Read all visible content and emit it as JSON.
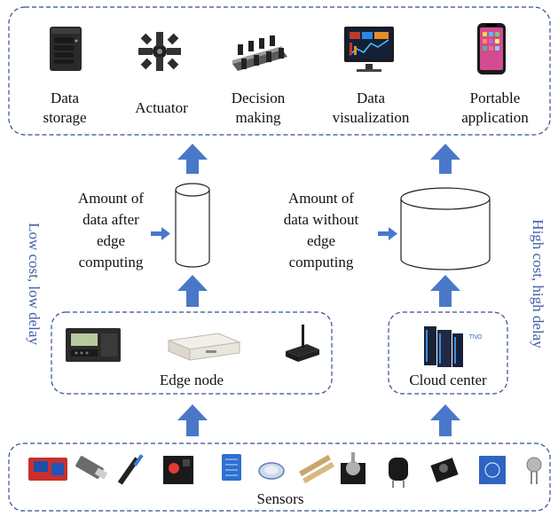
{
  "top_panel": {
    "items": [
      {
        "icon": "server-tower-icon",
        "lines": [
          "Data",
          "storage"
        ]
      },
      {
        "icon": "robotic-actuator-icon",
        "lines": [
          "Actuator"
        ]
      },
      {
        "icon": "meeting-room-icon",
        "lines": [
          "Decision",
          "making"
        ]
      },
      {
        "icon": "monitor-chart-icon",
        "lines": [
          "Data",
          "visualization"
        ]
      },
      {
        "icon": "smartphone-icon",
        "lines": [
          "Portable",
          "application"
        ]
      }
    ]
  },
  "left_flow": {
    "data_text": [
      "Amount of",
      "data after",
      "edge",
      "computing"
    ],
    "side_label": "Low cost, low delay",
    "node_label": "Edge node",
    "node_devices": [
      "edge-controller-icon",
      "gateway-box-icon",
      "wireless-router-icon"
    ]
  },
  "right_flow": {
    "data_text": [
      "Amount of",
      "data without",
      "edge",
      "computing"
    ],
    "side_label": "High cost, high delay",
    "node_label": "Cloud center",
    "server_brand": "TNO"
  },
  "sensors": {
    "label": "Sensors",
    "devices": [
      "relay-module-icon",
      "ultrasonic-probe-icon",
      "ir-sensor-icon",
      "motor-driver-icon",
      "dht-sensor-icon",
      "touch-disc-icon",
      "soil-moisture-icon",
      "rotary-encoder-icon",
      "microphone-sensor-icon",
      "joystick-sensor-icon",
      "rfid-board-icon",
      "photo-sensor-icon"
    ]
  },
  "colors": {
    "arrow": "#4a78c8",
    "dashed_border": "#2f4f8f",
    "side_text": "#3f5fa8",
    "text": "#111111"
  }
}
